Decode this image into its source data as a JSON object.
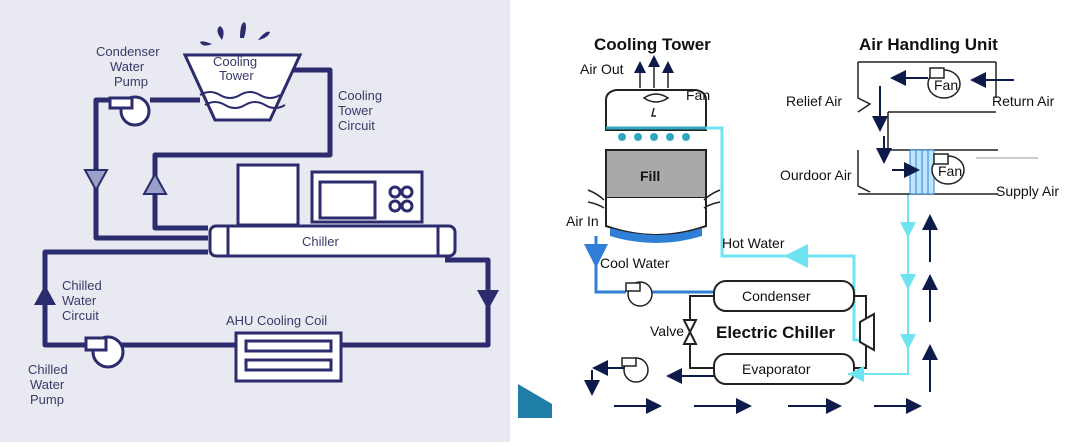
{
  "left": {
    "labels": {
      "cooling_tower": [
        "Cooling",
        "Tower"
      ],
      "condenser_water_pump": [
        "Condenser",
        "Water",
        "Pump"
      ],
      "cooling_tower_circuit": [
        "Cooling",
        "Tower",
        "Circuit"
      ],
      "chiller": "Chiller",
      "chilled_water_circuit": [
        "Chilled",
        "Water",
        "Circuit"
      ],
      "ahu_cooling_coil": "AHU Cooling Coil",
      "chilled_water_pump": [
        "Chilled",
        "Water",
        "Pump"
      ]
    }
  },
  "right": {
    "labels": {
      "cooling_tower": "Cooling Tower",
      "air_handling_unit": "Air Handling Unit",
      "air_out": "Air Out",
      "fan_tower": "Fan",
      "fill": "Fill",
      "air_in": "Air In",
      "hot_water": "Hot Water",
      "cool_water": "Cool Water",
      "condenser": "Condenser",
      "valve": "Valve",
      "electric_chiller": "Electric Chiller",
      "evaporator": "Evaporator",
      "relief_air": "Relief Air",
      "return_air": "Return Air",
      "fan_return": "Fan",
      "outdoor_air": "Ourdoor Air",
      "fan_supply": "Fan",
      "supply_air": "Supply Air"
    }
  },
  "colors": {
    "left_background": "#e9eaf1",
    "left_line": "#2b2b6e",
    "left_text": "#3a3a6a",
    "right_hot_line": "#6fe3f0",
    "right_cool_line": "#2f7fd6",
    "right_dark_arrow": "#0d1b4a",
    "fill_gray": "#a9a9a9",
    "corner_accent": "#1f7ea8"
  }
}
